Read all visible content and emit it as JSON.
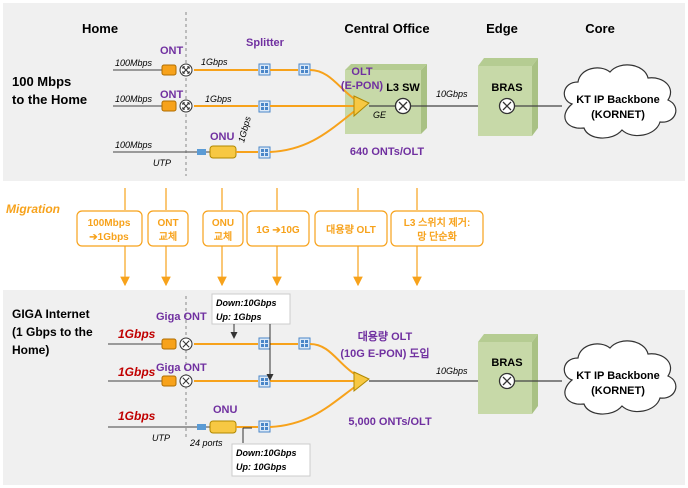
{
  "columns": {
    "home": "Home",
    "central_office": "Central Office",
    "edge": "Edge",
    "core": "Core"
  },
  "top": {
    "row_label": [
      "100 Mbps",
      "to the Home"
    ],
    "splitter": "Splitter",
    "ont1": "ONT",
    "ont2": "ONT",
    "onu": "ONU",
    "speed1": "100Mbps",
    "speed2": "100Mbps",
    "speed3": "100Mbps",
    "gbps1": "1Gbps",
    "gbps2": "1Gbps",
    "gbps3": "1Gbps",
    "utp": "UTP",
    "olt": [
      "OLT",
      "(E-PON)"
    ],
    "l3sw": "L3 SW",
    "ge": "GE",
    "olt_caption": "640 ONTs/OLT",
    "uplink": "10Gbps",
    "bras": "BRAS",
    "core_cloud": [
      "KT IP Backbone",
      "(KORNET)"
    ]
  },
  "migration": {
    "label": "Migration",
    "boxes": [
      [
        "100Mbps",
        "➔1Gbps"
      ],
      [
        "ONT",
        "교체"
      ],
      [
        "ONU",
        "교체"
      ],
      [
        "1G ➔10G"
      ],
      [
        "대용량 OLT"
      ],
      [
        "L3 스위치 제거:",
        "망 단순화"
      ]
    ]
  },
  "bottom": {
    "row_label": [
      "GIGA Internet",
      "(1 Gbps to the",
      "Home)"
    ],
    "giga_ont1": "Giga ONT",
    "giga_ont2": "Giga ONT",
    "onu": "ONU",
    "gbps1": "1Gbps",
    "gbps2": "1Gbps",
    "gbps3": "1Gbps",
    "utp": "UTP",
    "ports": "24 ports",
    "callout_top": [
      "Down:10Gbps",
      "Up: 1Gbps"
    ],
    "callout_bottom": [
      "Down:10Gbps",
      "Up: 10Gbps"
    ],
    "olt": [
      "대용량 OLT",
      "(10G E-PON) 도입"
    ],
    "olt_caption": "5,000 ONTs/OLT",
    "uplink": "10Gbps",
    "bras": "BRAS",
    "core_cloud": [
      "KT IP Backbone",
      "(KORNET)"
    ]
  },
  "colors": {
    "panel": "#f0f0f0",
    "orange": "#f7a21b",
    "purple": "#7030a0",
    "green": "#c7d9a8",
    "blue_box": "#5b9bd5",
    "red": "#c00000"
  }
}
